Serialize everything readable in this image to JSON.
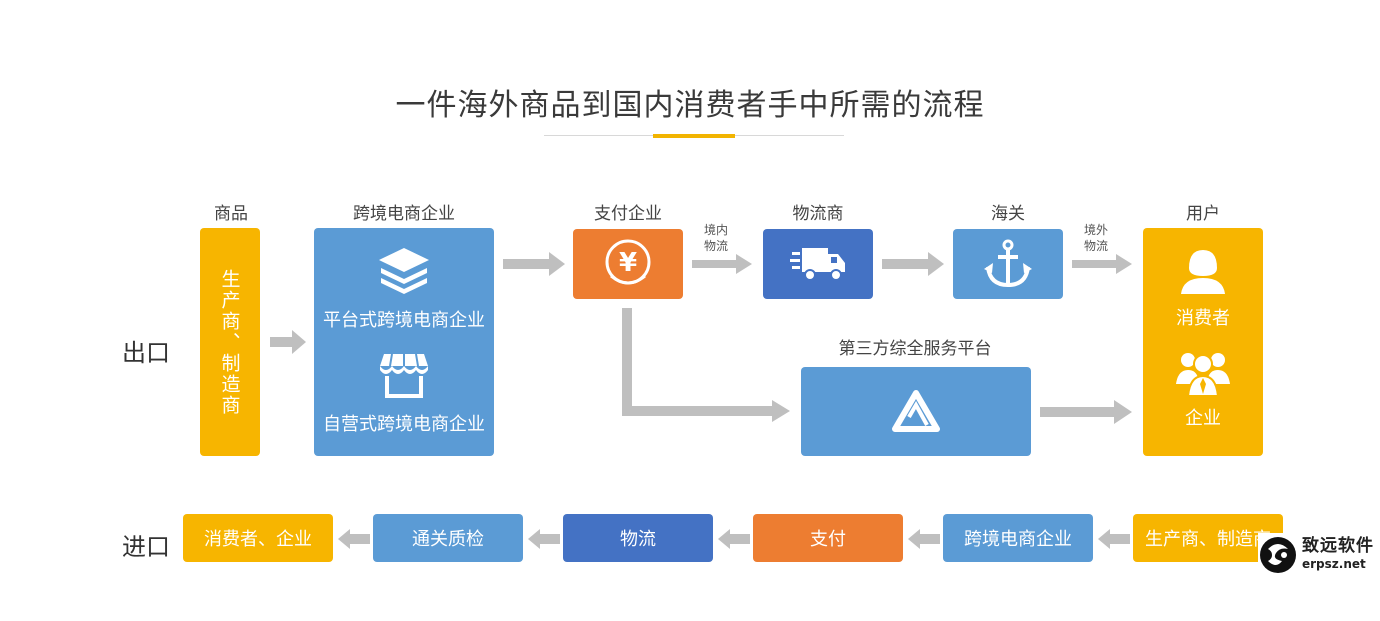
{
  "title": "一件海外商品到国内消费者手中所需的流程",
  "export_label": "出口",
  "import_label": "进口",
  "columns": {
    "goods": "商品",
    "crossborder": "跨境电商企业",
    "payment": "支付企业",
    "logistics": "物流商",
    "customs": "海关",
    "user": "用户"
  },
  "arrow_labels": {
    "domestic_logistics": "境内\n物流",
    "overseas_logistics": "境外\n物流"
  },
  "producer_vertical": "生产商、制造商",
  "platform_label": "平台式跨境电商企业",
  "selfrun_label": "自营式跨境电商企业",
  "third_party_label": "第三方综全服务平台",
  "consumer_label": "消费者",
  "enterprise_label": "企业",
  "import_flow": [
    {
      "label": "消费者、企业"
    },
    {
      "label": "通关质检"
    },
    {
      "label": "物流"
    },
    {
      "label": "支付"
    },
    {
      "label": "跨境电商企业"
    },
    {
      "label": "生产商、制造商"
    }
  ],
  "watermark": {
    "name": "致远软件",
    "url": "erpsz.net"
  },
  "colors": {
    "yellow": "#f7b500",
    "blue": "#5b9bd5",
    "orange": "#ed7d31",
    "dark_blue": "#4472c4",
    "arrow": "#bfbfbf",
    "gold_rule": "#f2b400"
  }
}
